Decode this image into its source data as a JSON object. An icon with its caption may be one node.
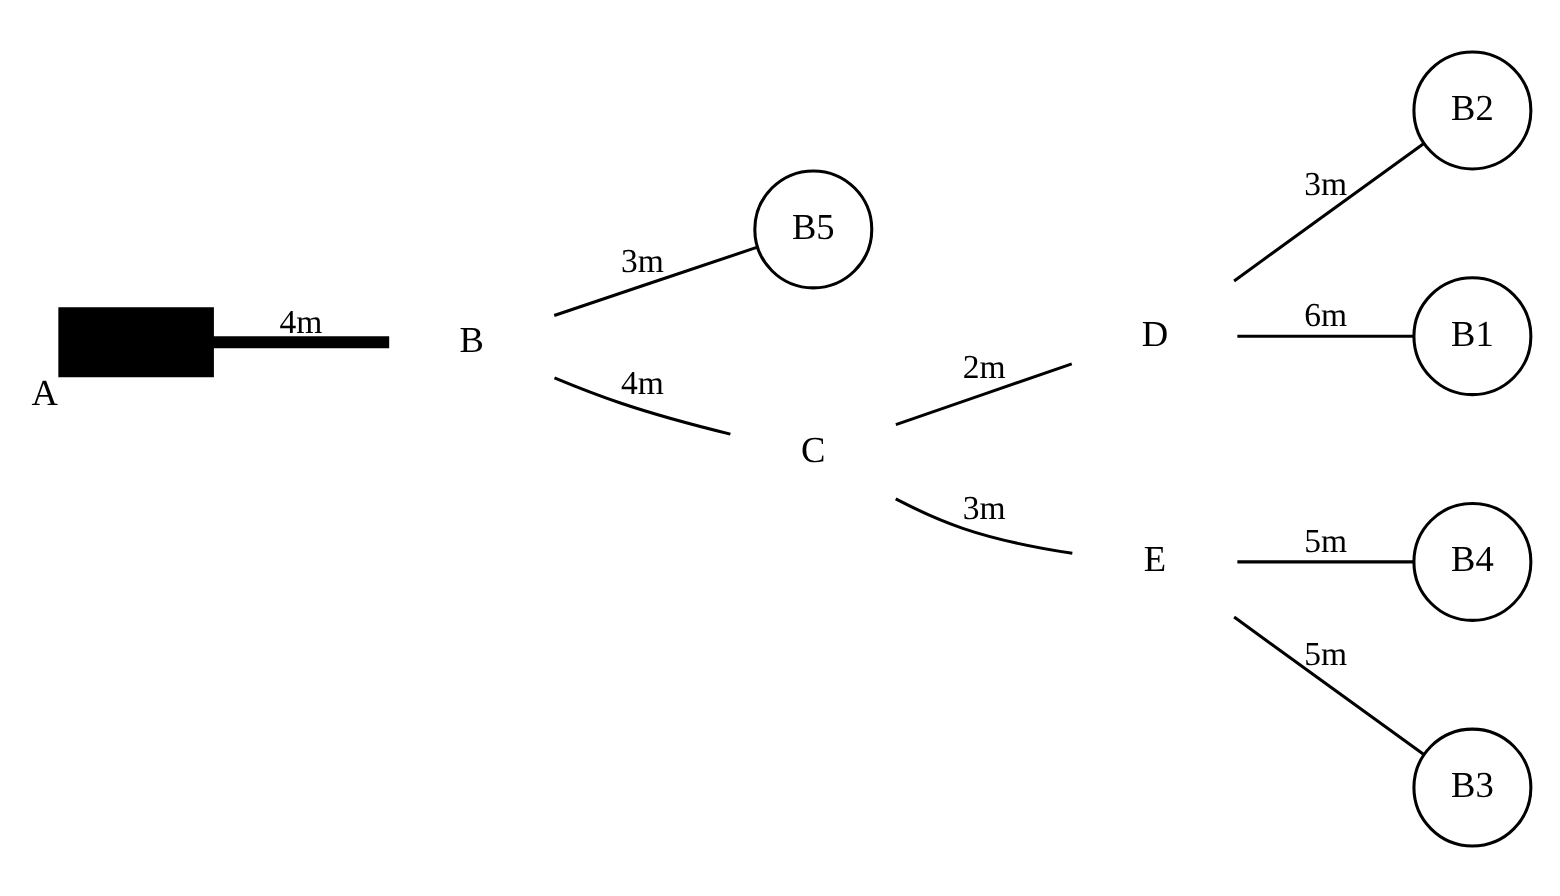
{
  "diagram": {
    "nodes": [
      {
        "text": [],
        "shape": "box",
        "beside": [
          "A"
        ]
      },
      {
        "text": [
          "B5"
        ]
      },
      {
        "text": [
          "B2"
        ]
      },
      {
        "text": [
          "B"
        ]
      },
      {
        "text": [
          "C"
        ]
      },
      {
        "text": [
          "D"
        ]
      },
      {
        "text": [
          "E"
        ]
      },
      {
        "text": [
          "B1"
        ]
      },
      {
        "text": [
          "B4"
        ]
      },
      {
        "text": [
          "B3"
        ]
      }
    ],
    "edges": [
      {
        "from": 0,
        "to": 3,
        "arrow": "none",
        "label": "4m",
        "style": "thick"
      },
      {
        "from": 3,
        "to": 1,
        "arrow": "none",
        "label": "3m"
      },
      {
        "from": 3,
        "to": 4,
        "arrow": "none",
        "label": "4m"
      },
      {
        "from": 4,
        "to": 5,
        "arrow": "none",
        "label": "2m"
      },
      {
        "from": 5,
        "to": 2,
        "arrow": "none",
        "label": "3m"
      },
      {
        "from": 5,
        "to": 7,
        "arrow": "none",
        "label": "6m"
      },
      {
        "from": 4,
        "to": 6,
        "arrow": "none",
        "label": "3m"
      },
      {
        "from": 6,
        "to": 8,
        "arrow": "none",
        "label": "5m"
      },
      {
        "from": 6,
        "to": 9,
        "arrow": "none",
        "label": "5m"
      }
    ]
  }
}
